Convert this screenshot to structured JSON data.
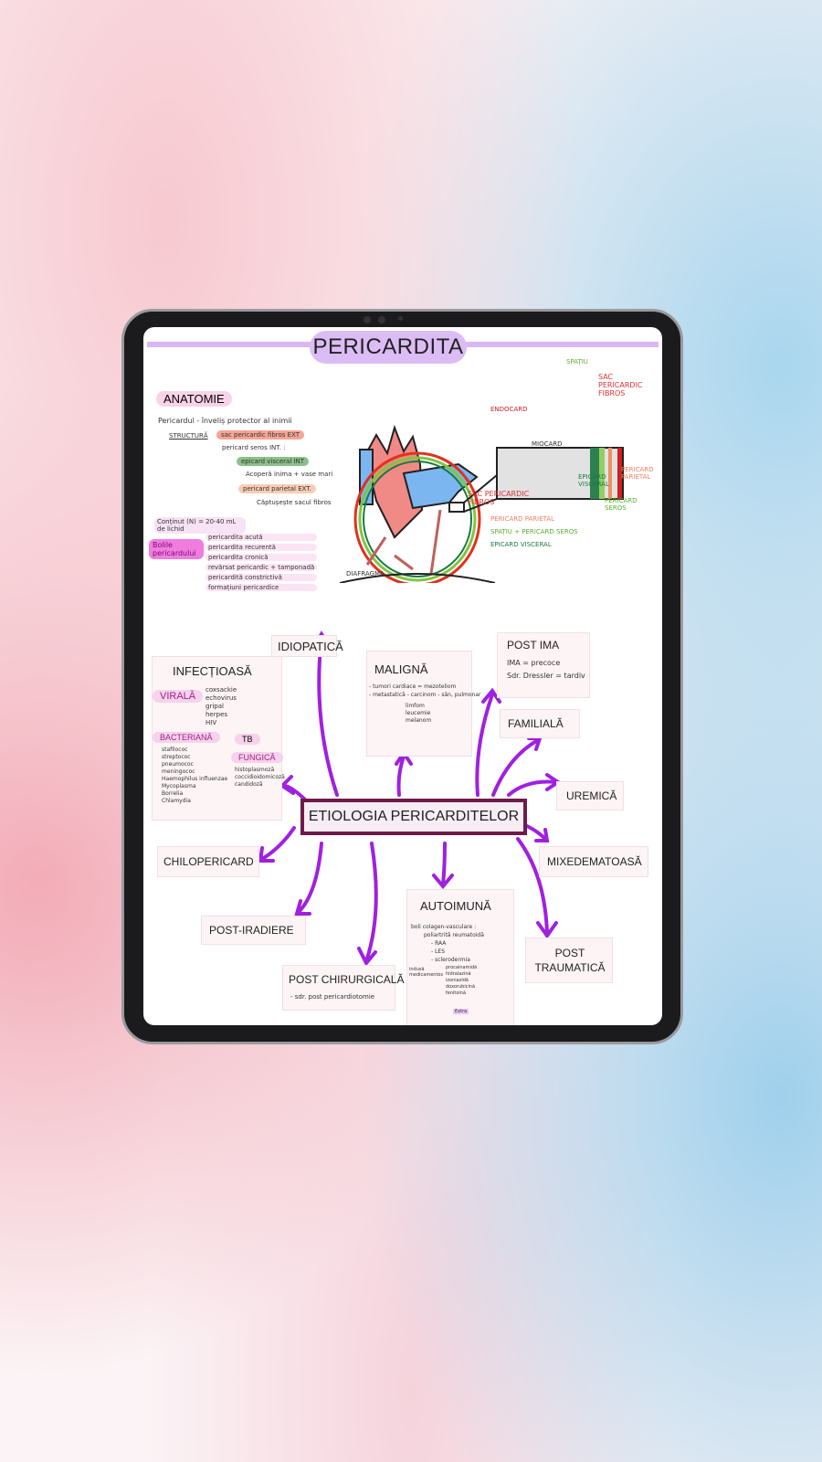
{
  "title": "PERICARDITA",
  "anatomy": {
    "heading": "ANATOMIE",
    "line1": "Pericardul - înveliș protector al inimii",
    "structura": "STRUCTURĂ",
    "sac": "sac pericardic fibros EXT",
    "seros": "pericard seros INT. :",
    "epicard": "epicard visceral INT",
    "epicard_note": "Acoperă inima + vase mari",
    "parietal": "pericard parietal EXT.",
    "parietal_note": "Căptușește sacul fibros",
    "content": "Conținut (N) = 20-40 mL de lichid",
    "bolile": "Bolile pericardului",
    "diseases": [
      "pericardita acută",
      "pericardita recurentă",
      "pericardita cronică",
      "revărsat pericardic + tamponadă",
      "pericardită constrictivă",
      "formațiuni pericardice"
    ]
  },
  "diagram": {
    "spatiu": "SPAȚIU",
    "sac_top": "SAC PERICARDIC FIBROS",
    "endocard": "ENDOCARD",
    "miocard": "MIOCARD",
    "epicard_visceral": "EPICARD VISCERAL",
    "pericard_parietal": "PERICARD PARIETAL",
    "pericard_seros": "PERICARD SEROS",
    "sac_fibros": "SAC PERICARDIC FIBROS",
    "parietal_label": "PERICARD PARIETAL",
    "spatiu_label": "SPAȚIU + PERICARD SEROS",
    "epicard_label": "EPICARD VISCERAL",
    "diafragm": "DIAFRAGMA"
  },
  "etiology": {
    "center": "ETIOLOGIA PERICARDITELOR",
    "idiopatica": "IDIOPATICĂ",
    "infectioasa": {
      "title": "INFECȚIOASĂ",
      "virala": "VIRALĂ",
      "viruses": [
        "coxsackie",
        "echovirus",
        "gripal",
        "herpes",
        "HIV"
      ],
      "bacteriana": "BACTERIANĂ",
      "bacteria": [
        "stafilococ",
        "streptococ",
        "pneumococ",
        "meningococ",
        "Haemophilus influenzae",
        "Mycoplasma",
        "Borrelia",
        "Chlamydia"
      ],
      "tb": "TB",
      "fungica": "FUNGICĂ",
      "fungi": [
        "histoplasmoză",
        "coccidioidomicoză",
        "candidoză"
      ]
    },
    "maligna": {
      "title": "MALIGNĂ",
      "lines": [
        "- tumori cardiace = mezoteliom",
        "- metastatică - carcinom - sân, pulmonar",
        "limfom",
        "leucemie",
        "melanom"
      ]
    },
    "post_ima": {
      "title": "POST IMA",
      "lines": [
        "IMA = precoce",
        "Sdr. Dressler = tardiv"
      ]
    },
    "familiala": "FAMILIALĂ",
    "uremica": "UREMICĂ",
    "mixedematoasa": "MIXEDEMATOASĂ",
    "chilopericard": "CHILOPERICARD",
    "post_iradiere": "POST-IRADIERE",
    "post_chirurgicala": {
      "title": "POST CHIRURGICALĂ",
      "lines": [
        "- sdr. post pericardiotomie"
      ]
    },
    "autoimuna": {
      "title": "AUTOIMUNĂ",
      "lines": [
        "boli colagen-vasculare :",
        "poliartrită reumatoidă",
        "- RAA",
        "- LES",
        "- sclerodermia",
        "indusă medicamentos",
        "procainamidă",
        "hidralazină",
        "izoniazidă",
        "doxorubicină",
        "fenitoină"
      ],
      "tag": "Extra"
    },
    "post_traumatica": "POST TRAUMATICĂ"
  },
  "colors": {
    "arrow": "#a020e0",
    "title_bg": "#dcbcf5",
    "center_border": "#6e1a4a"
  }
}
